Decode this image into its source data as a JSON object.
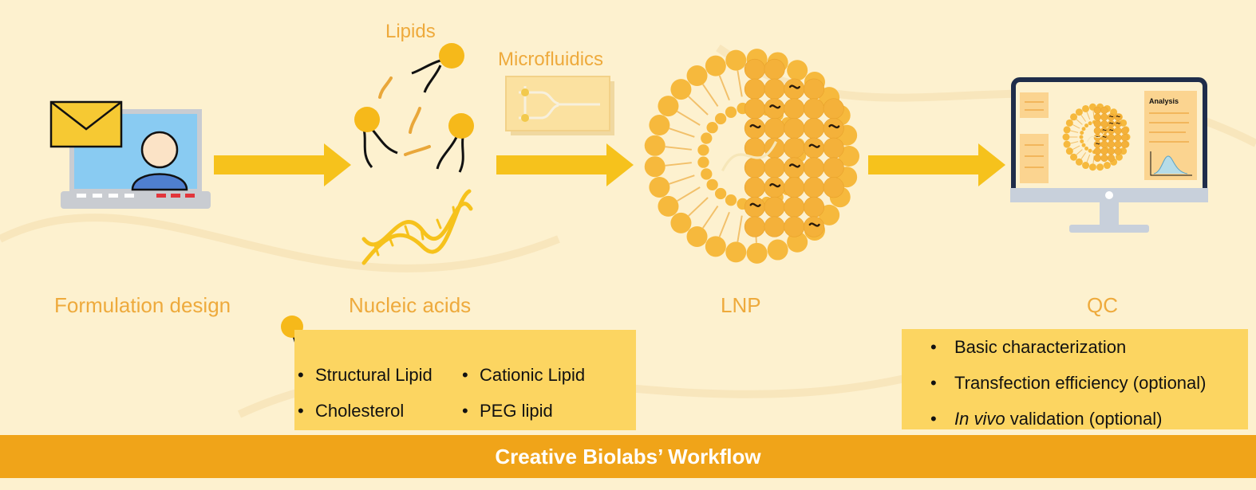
{
  "steps": {
    "formulation": "Formulation design",
    "nucleic_acids": "Nucleic acids",
    "lnp": "LNP",
    "qc": "QC"
  },
  "inputs": {
    "lipids": "Lipids",
    "microfluidics": "Microfluidics"
  },
  "monitor": {
    "panel_title": "Analysis"
  },
  "lipid_box": {
    "items": [
      "Structural Lipid",
      "Cationic Lipid",
      "Cholesterol",
      "PEG lipid"
    ]
  },
  "qc_box": {
    "items": [
      "Basic characterization",
      "Transfection efficiency (optional)",
      "In vivo",
      " validation (optional)"
    ]
  },
  "footer": {
    "title": "Creative Biolabs’ Workflow"
  },
  "colors": {
    "background": "#fdf1cf",
    "accent": "#f6c21c",
    "label": "#eeaa3c",
    "box": "#fcd561",
    "footer": "#f0a419"
  },
  "icons": [
    "laptop-icon",
    "envelope-icon",
    "user-avatar-icon",
    "lipid-icon",
    "dna-icon",
    "microfluidic-chip-icon",
    "lnp-particle-icon",
    "monitor-icon",
    "arrow-icon"
  ]
}
